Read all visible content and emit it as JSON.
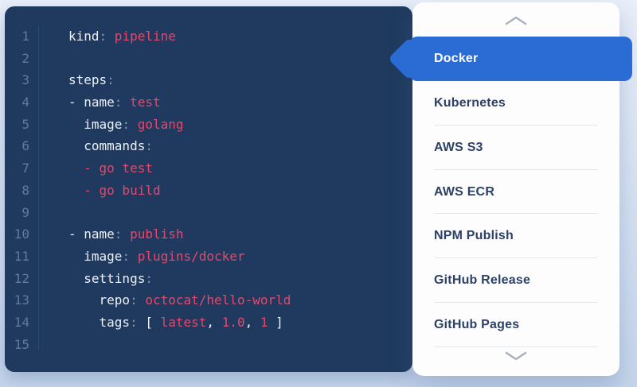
{
  "theme": {
    "bg-top": "#e9eff9",
    "bg-bottom": "#c5d6ec",
    "editor-bg": "#1f3a5e",
    "code-plain": "#edf1f7",
    "code-punc": "#8093ae",
    "code-value": "#e5486c",
    "line-number": "#64789b",
    "gutter-line": "#2d4b70",
    "panel-bg": "#fdfdfe",
    "item-text": "#2d4166",
    "divider": "#e3e6eb",
    "chevron": "#a9b0bc",
    "accent": "#2a6bd4",
    "selected-text": "#ffffff"
  },
  "editor": {
    "lines": [
      {
        "num": "1",
        "tokens": [
          {
            "t": "kind",
            "y": "plain"
          },
          {
            "t": ":",
            "y": "punc"
          },
          {
            "t": " pipeline",
            "y": "value"
          }
        ]
      },
      {
        "num": "2",
        "tokens": []
      },
      {
        "num": "3",
        "tokens": [
          {
            "t": "steps",
            "y": "plain"
          },
          {
            "t": ":",
            "y": "punc"
          }
        ]
      },
      {
        "num": "4",
        "tokens": [
          {
            "t": "- name",
            "y": "plain"
          },
          {
            "t": ":",
            "y": "punc"
          },
          {
            "t": " test",
            "y": "value"
          }
        ]
      },
      {
        "num": "5",
        "tokens": [
          {
            "t": "  image",
            "y": "plain"
          },
          {
            "t": ":",
            "y": "punc"
          },
          {
            "t": " golang",
            "y": "value"
          }
        ]
      },
      {
        "num": "6",
        "tokens": [
          {
            "t": "  commands",
            "y": "plain"
          },
          {
            "t": ":",
            "y": "punc"
          }
        ]
      },
      {
        "num": "7",
        "tokens": [
          {
            "t": "  - go test",
            "y": "value"
          }
        ]
      },
      {
        "num": "8",
        "tokens": [
          {
            "t": "  - go build",
            "y": "value"
          }
        ]
      },
      {
        "num": "9",
        "tokens": []
      },
      {
        "num": "10",
        "tokens": [
          {
            "t": "- name",
            "y": "plain"
          },
          {
            "t": ":",
            "y": "punc"
          },
          {
            "t": " publish",
            "y": "value"
          }
        ]
      },
      {
        "num": "11",
        "tokens": [
          {
            "t": "  image",
            "y": "plain"
          },
          {
            "t": ":",
            "y": "punc"
          },
          {
            "t": " plugins/docker",
            "y": "value"
          }
        ]
      },
      {
        "num": "12",
        "tokens": [
          {
            "t": "  settings",
            "y": "plain"
          },
          {
            "t": ":",
            "y": "punc"
          }
        ]
      },
      {
        "num": "13",
        "tokens": [
          {
            "t": "    repo",
            "y": "plain"
          },
          {
            "t": ":",
            "y": "punc"
          },
          {
            "t": " octocat/hello-world",
            "y": "value"
          }
        ]
      },
      {
        "num": "14",
        "tokens": [
          {
            "t": "    tags",
            "y": "plain"
          },
          {
            "t": ":",
            "y": "punc"
          },
          {
            "t": " [ ",
            "y": "plain"
          },
          {
            "t": "latest",
            "y": "value"
          },
          {
            "t": ", ",
            "y": "plain"
          },
          {
            "t": "1.0",
            "y": "value"
          },
          {
            "t": ", ",
            "y": "plain"
          },
          {
            "t": "1",
            "y": "value"
          },
          {
            "t": " ]",
            "y": "plain"
          }
        ]
      },
      {
        "num": "15",
        "tokens": []
      }
    ]
  },
  "sidebar": {
    "scroll_up_icon": "chevron-up",
    "scroll_down_icon": "chevron-down",
    "items": [
      {
        "label": "Docker",
        "selected": true
      },
      {
        "label": "Kubernetes",
        "selected": false
      },
      {
        "label": "AWS S3",
        "selected": false
      },
      {
        "label": "AWS ECR",
        "selected": false
      },
      {
        "label": "NPM Publish",
        "selected": false
      },
      {
        "label": "GitHub Release",
        "selected": false
      },
      {
        "label": "GitHub Pages",
        "selected": false
      }
    ]
  }
}
